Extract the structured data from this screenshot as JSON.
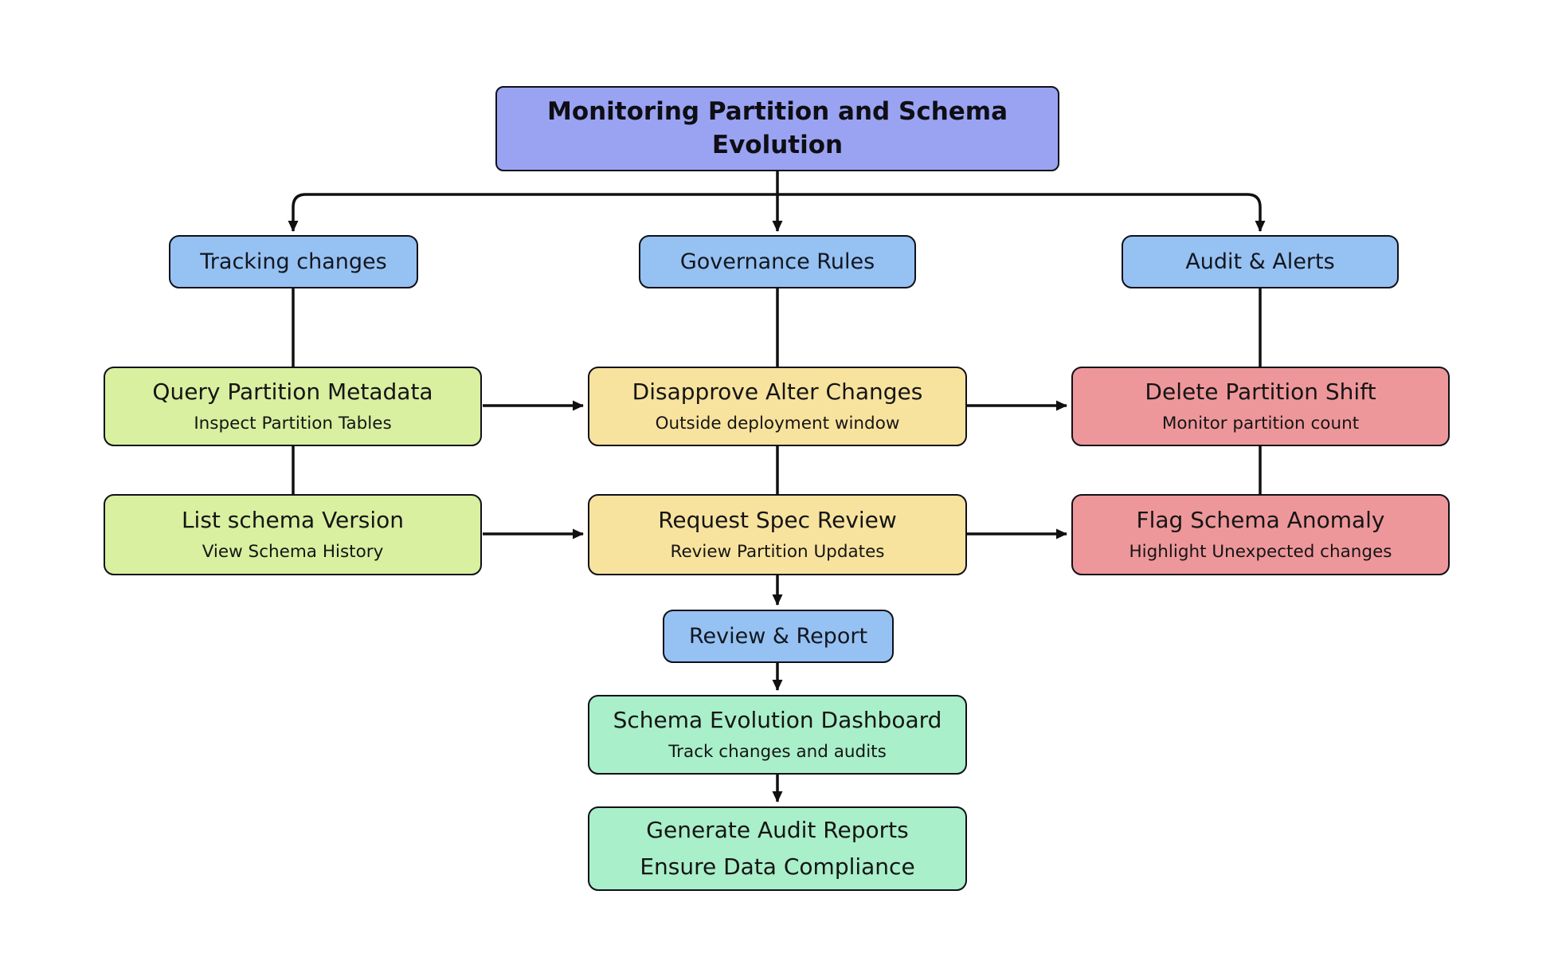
{
  "root": {
    "label": "Monitoring Partition and Schema Evolution"
  },
  "columns": [
    {
      "header": "Tracking changes",
      "boxes": [
        {
          "title": "Query Partition Metadata",
          "subtitle": "Inspect Partition Tables"
        },
        {
          "title": "List schema Version",
          "subtitle": "View Schema History"
        }
      ]
    },
    {
      "header": "Governance Rules",
      "boxes": [
        {
          "title": "Disapprove Alter Changes",
          "subtitle": "Outside deployment window"
        },
        {
          "title": "Request Spec Review",
          "subtitle": "Review Partition Updates"
        }
      ]
    },
    {
      "header": "Audit & Alerts",
      "boxes": [
        {
          "title": "Delete Partition Shift",
          "subtitle": "Monitor partition count"
        },
        {
          "title": "Flag Schema Anomaly",
          "subtitle": "Highlight Unexpected changes"
        }
      ]
    }
  ],
  "tail": {
    "review": {
      "label": "Review & Report"
    },
    "dashboard": {
      "title": "Schema Evolution Dashboard",
      "subtitle": "Track changes and audits"
    },
    "reports": {
      "line1": "Generate Audit Reports",
      "line2": "Ensure Data Compliance"
    }
  },
  "colors": {
    "root_fill": "#9aa3f2",
    "branch_fill": "#96c1f3",
    "tracking_fill": "#d8f0a0",
    "governance_fill": "#f8e39e",
    "audit_fill": "#ee979b",
    "tail_fill": "#a9efca",
    "connector": "#101010",
    "border": "#101018",
    "background": "#ffffff"
  }
}
